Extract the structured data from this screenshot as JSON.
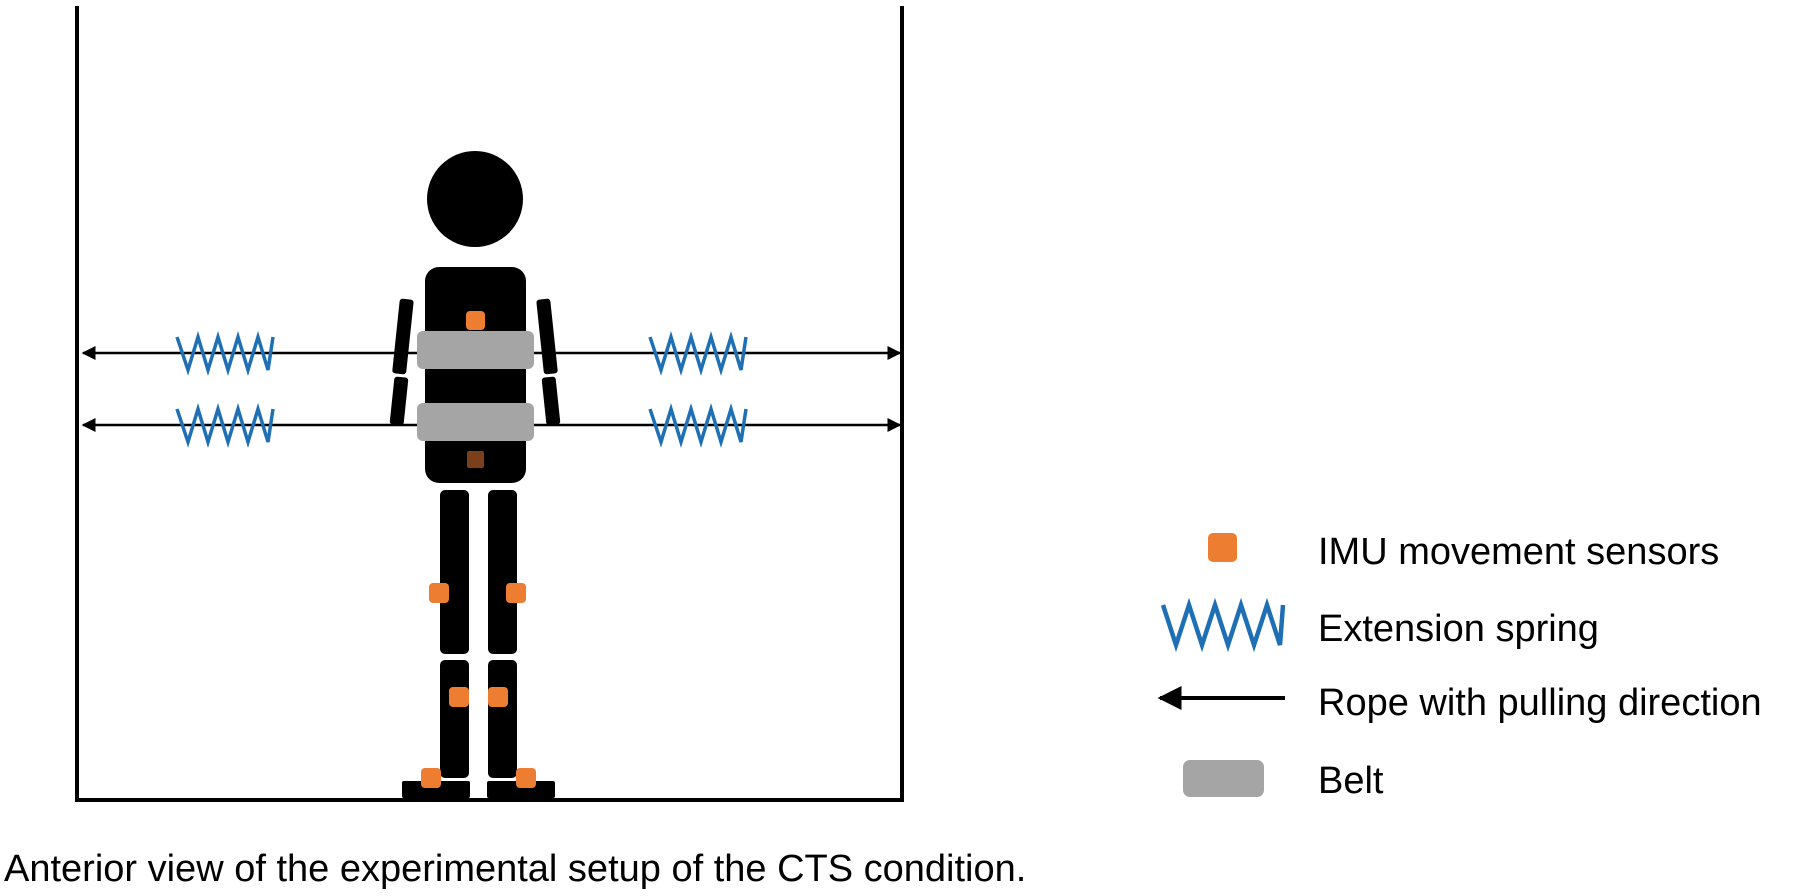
{
  "colors": {
    "body": "#000000",
    "sensor": "#ED7D31",
    "sensor_back": "#7B3F1A",
    "spring": "#1F6FB5",
    "belt": "#A5A5A5",
    "frame": "#000000"
  },
  "icons": {
    "sensor": "orange-square-icon",
    "spring": "zigzag-spring-icon",
    "rope": "left-arrow-line-icon",
    "belt": "gray-rounded-rect-icon"
  },
  "legend": {
    "sensor_label": "IMU movement sensors",
    "spring_label": "Extension spring",
    "rope_label": "Rope with pulling direction",
    "belt_label": "Belt"
  },
  "caption": "Anterior view of the experimental setup of the CTS condition."
}
